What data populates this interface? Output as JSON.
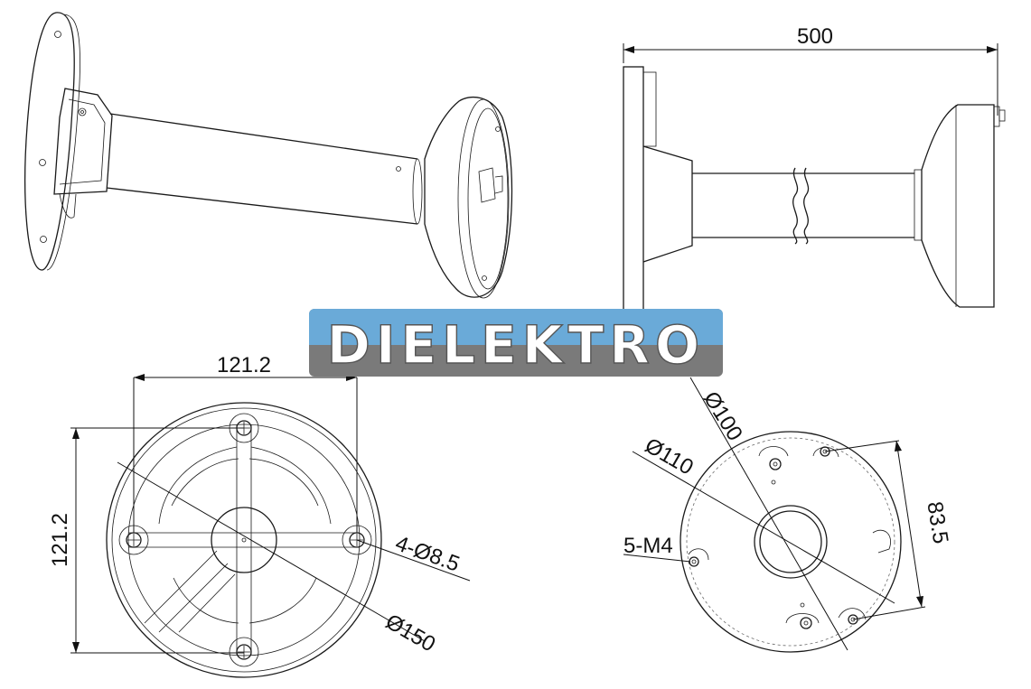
{
  "watermark": {
    "text": "DIELEKTRO",
    "top_color": "#6aaad8",
    "bottom_color": "#7a7a7a"
  },
  "dimensions": {
    "length": "500",
    "plate_width": "121.2",
    "plate_height": "121.2",
    "mount_holes": "4-Ø8.5",
    "plate_diameter": "Ø150",
    "inner_diameter": "Ø100",
    "outer_diameter": "Ø110",
    "screws": "5-M4",
    "hole_spacing": "83.5"
  }
}
